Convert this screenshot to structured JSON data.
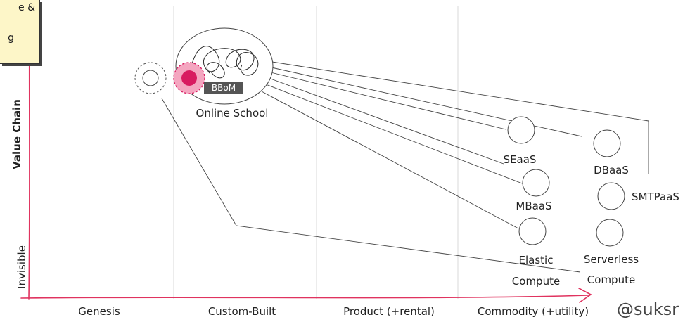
{
  "note": {
    "lines": [
      "e &",
      "g"
    ]
  },
  "axes": {
    "y_label": "Value Chain",
    "y_bottom_label": "Invisible",
    "stages": [
      "Genesis",
      "Custom-Built",
      "Product (+rental)",
      "Commodity (+utility)"
    ]
  },
  "credit": "@suksr",
  "components": {
    "online_school": "Online School",
    "bbom": "BBoM",
    "seaas": "SEaaS",
    "dbaas": "DBaaS",
    "smtpaas": "SMTPaaS",
    "mbaas": "MBaaS",
    "elastic_compute": [
      "Elastic",
      "Compute"
    ],
    "serverless_compute": [
      "Serverless",
      "Compute"
    ]
  },
  "colors": {
    "axis": "#e0335f",
    "accent": "#d81b60",
    "accent_halo": "#f4a6c0",
    "grid": "#d8d8d8",
    "note_bg": "#fdf6c8",
    "badge": "#555555"
  }
}
